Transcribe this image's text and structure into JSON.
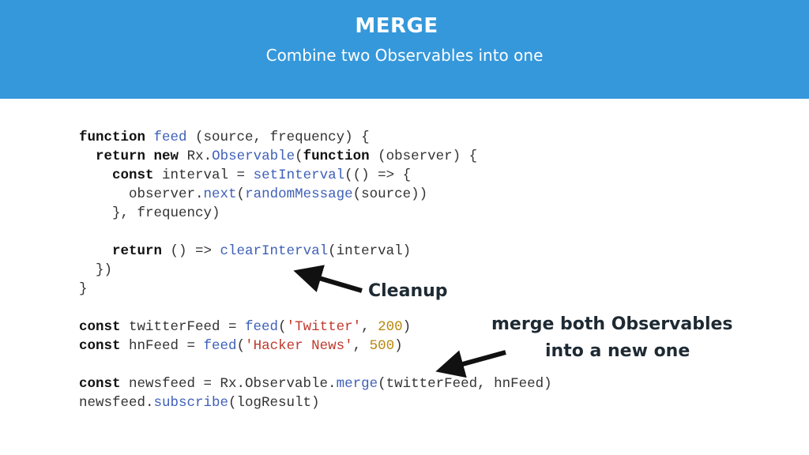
{
  "header": {
    "title": "MERGE",
    "subtitle": "Combine two Observables into one"
  },
  "code": {
    "lines": [
      [
        {
          "t": "function",
          "c": "kw"
        },
        {
          "t": " "
        },
        {
          "t": "feed",
          "c": "fn"
        },
        {
          "t": " (source, frequency) {"
        }
      ],
      [
        {
          "t": "  "
        },
        {
          "t": "return",
          "c": "kw"
        },
        {
          "t": " "
        },
        {
          "t": "new",
          "c": "kw"
        },
        {
          "t": " Rx."
        },
        {
          "t": "Observable",
          "c": "fn"
        },
        {
          "t": "("
        },
        {
          "t": "function",
          "c": "kw"
        },
        {
          "t": " (observer) {"
        }
      ],
      [
        {
          "t": "    "
        },
        {
          "t": "const",
          "c": "kw"
        },
        {
          "t": " interval = "
        },
        {
          "t": "setInterval",
          "c": "fn"
        },
        {
          "t": "(() => {"
        }
      ],
      [
        {
          "t": "      observer."
        },
        {
          "t": "next",
          "c": "fn"
        },
        {
          "t": "("
        },
        {
          "t": "randomMessage",
          "c": "fn"
        },
        {
          "t": "(source))"
        }
      ],
      [
        {
          "t": "    }, frequency)"
        }
      ],
      [
        {
          "t": ""
        }
      ],
      [
        {
          "t": "    "
        },
        {
          "t": "return",
          "c": "kw"
        },
        {
          "t": " () => "
        },
        {
          "t": "clearInterval",
          "c": "fn"
        },
        {
          "t": "(interval)"
        }
      ],
      [
        {
          "t": "  })"
        }
      ],
      [
        {
          "t": "}"
        }
      ],
      [
        {
          "t": ""
        }
      ],
      [
        {
          "t": "const",
          "c": "kw"
        },
        {
          "t": " twitterFeed = "
        },
        {
          "t": "feed",
          "c": "fn"
        },
        {
          "t": "("
        },
        {
          "t": "'Twitter'",
          "c": "str"
        },
        {
          "t": ", "
        },
        {
          "t": "200",
          "c": "num"
        },
        {
          "t": ")"
        }
      ],
      [
        {
          "t": "const",
          "c": "kw"
        },
        {
          "t": " hnFeed = "
        },
        {
          "t": "feed",
          "c": "fn"
        },
        {
          "t": "("
        },
        {
          "t": "'Hacker News'",
          "c": "str"
        },
        {
          "t": ", "
        },
        {
          "t": "500",
          "c": "num"
        },
        {
          "t": ")"
        }
      ],
      [
        {
          "t": ""
        }
      ],
      [
        {
          "t": "const",
          "c": "kw"
        },
        {
          "t": " newsfeed = Rx.Observable."
        },
        {
          "t": "merge",
          "c": "fn"
        },
        {
          "t": "(twitterFeed, hnFeed)"
        }
      ],
      [
        {
          "t": "newsfeed."
        },
        {
          "t": "subscribe",
          "c": "fn"
        },
        {
          "t": "(logResult)"
        }
      ]
    ]
  },
  "annotations": {
    "cleanup": "Cleanup",
    "merge_line1": "merge  both Observables",
    "merge_line2": "into a new one"
  },
  "colors": {
    "header_bg": "#3598db",
    "keyword": "#111111",
    "function_name": "#3f60b8",
    "string": "#c0392b",
    "number": "#b8860b"
  }
}
